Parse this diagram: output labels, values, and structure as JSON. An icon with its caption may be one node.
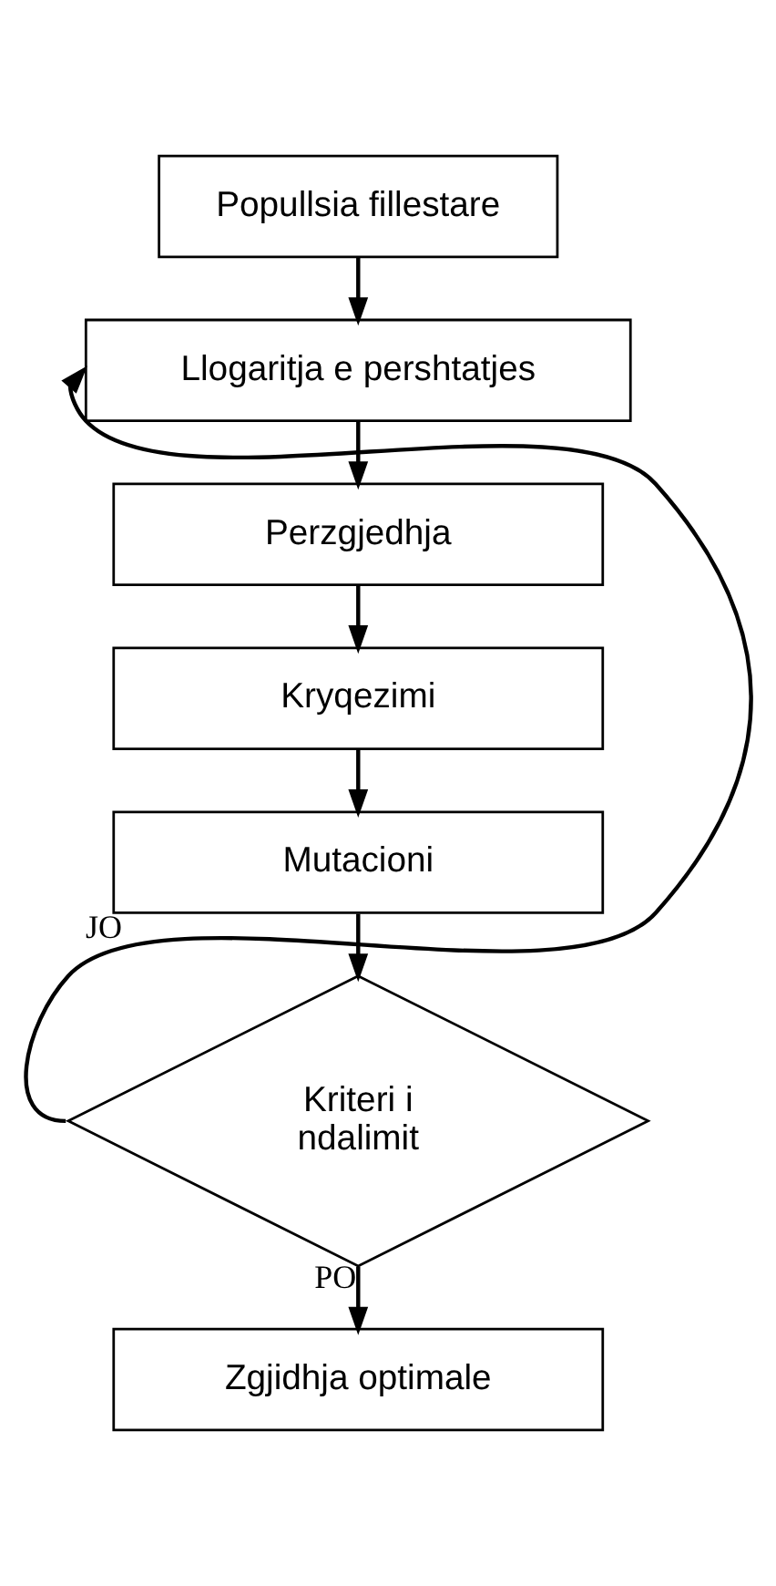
{
  "diagram": {
    "nodes": [
      {
        "text": [
          "Popullsia fillestare"
        ]
      },
      {
        "text": [
          "Llogaritja e pershtatjes"
        ]
      },
      {
        "text": [
          "Perzgjedhja"
        ]
      },
      {
        "text": [
          "Kryqezimi"
        ]
      },
      {
        "text": [
          "Mutacioni"
        ]
      },
      {
        "text": [
          "Kriteri i ndalimit"
        ]
      },
      {
        "text": [
          "Zgjidhja optimale"
        ]
      }
    ],
    "edges": [
      {
        "from": 0,
        "to": 1,
        "arrow": "to"
      },
      {
        "from": 1,
        "to": 2,
        "arrow": "to"
      },
      {
        "from": 2,
        "to": 3,
        "arrow": "to"
      },
      {
        "from": 3,
        "to": 4,
        "arrow": "to"
      },
      {
        "from": 4,
        "to": 5,
        "arrow": "to"
      },
      {
        "from": 5,
        "to": 1,
        "arrow": "to",
        "label": "JO"
      },
      {
        "from": 5,
        "to": 6,
        "arrow": "to",
        "label": "PO"
      }
    ]
  }
}
